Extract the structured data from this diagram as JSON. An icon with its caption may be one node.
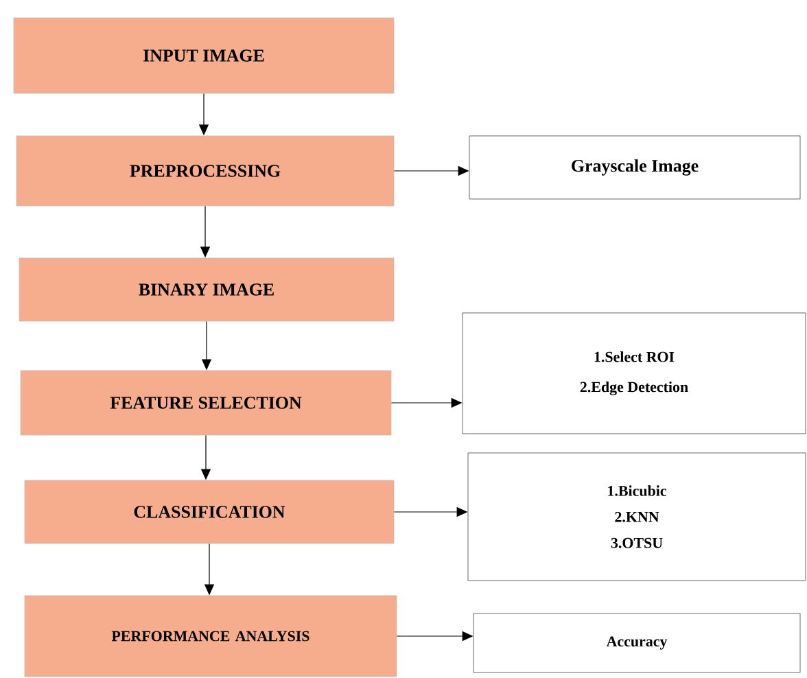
{
  "diagram": {
    "nodes": [
      {
        "text": [
          "INPUT IMAGE"
        ]
      },
      {
        "text": [
          "PREPROCESSING"
        ]
      },
      {
        "text": [
          "BINARY IMAGE"
        ]
      },
      {
        "text": [
          "FEATURE SELECTION"
        ]
      },
      {
        "text": [
          "CLASSIFICATION"
        ]
      },
      {
        "text": [
          "PERFORMANCE ANALYSIS"
        ]
      },
      {
        "text": [
          "Grayscale Image"
        ]
      },
      {
        "text": [
          "1.Select ROI",
          "2.Edge Detection"
        ]
      },
      {
        "text": [
          "1.Bicubic",
          "2.KNN",
          "3.OTSU"
        ]
      },
      {
        "text": [
          "Accuracy"
        ]
      }
    ],
    "edges": [
      {
        "from": 0,
        "to": 1,
        "arrow": "to"
      },
      {
        "from": 1,
        "to": 2,
        "arrow": "to"
      },
      {
        "from": 2,
        "to": 3,
        "arrow": "to"
      },
      {
        "from": 3,
        "to": 4,
        "arrow": "to"
      },
      {
        "from": 4,
        "to": 5,
        "arrow": "to"
      },
      {
        "from": 1,
        "to": 6,
        "arrow": "to"
      },
      {
        "from": 3,
        "to": 7,
        "arrow": "to"
      },
      {
        "from": 4,
        "to": 8,
        "arrow": "to"
      },
      {
        "from": 5,
        "to": 9,
        "arrow": "to"
      }
    ]
  }
}
